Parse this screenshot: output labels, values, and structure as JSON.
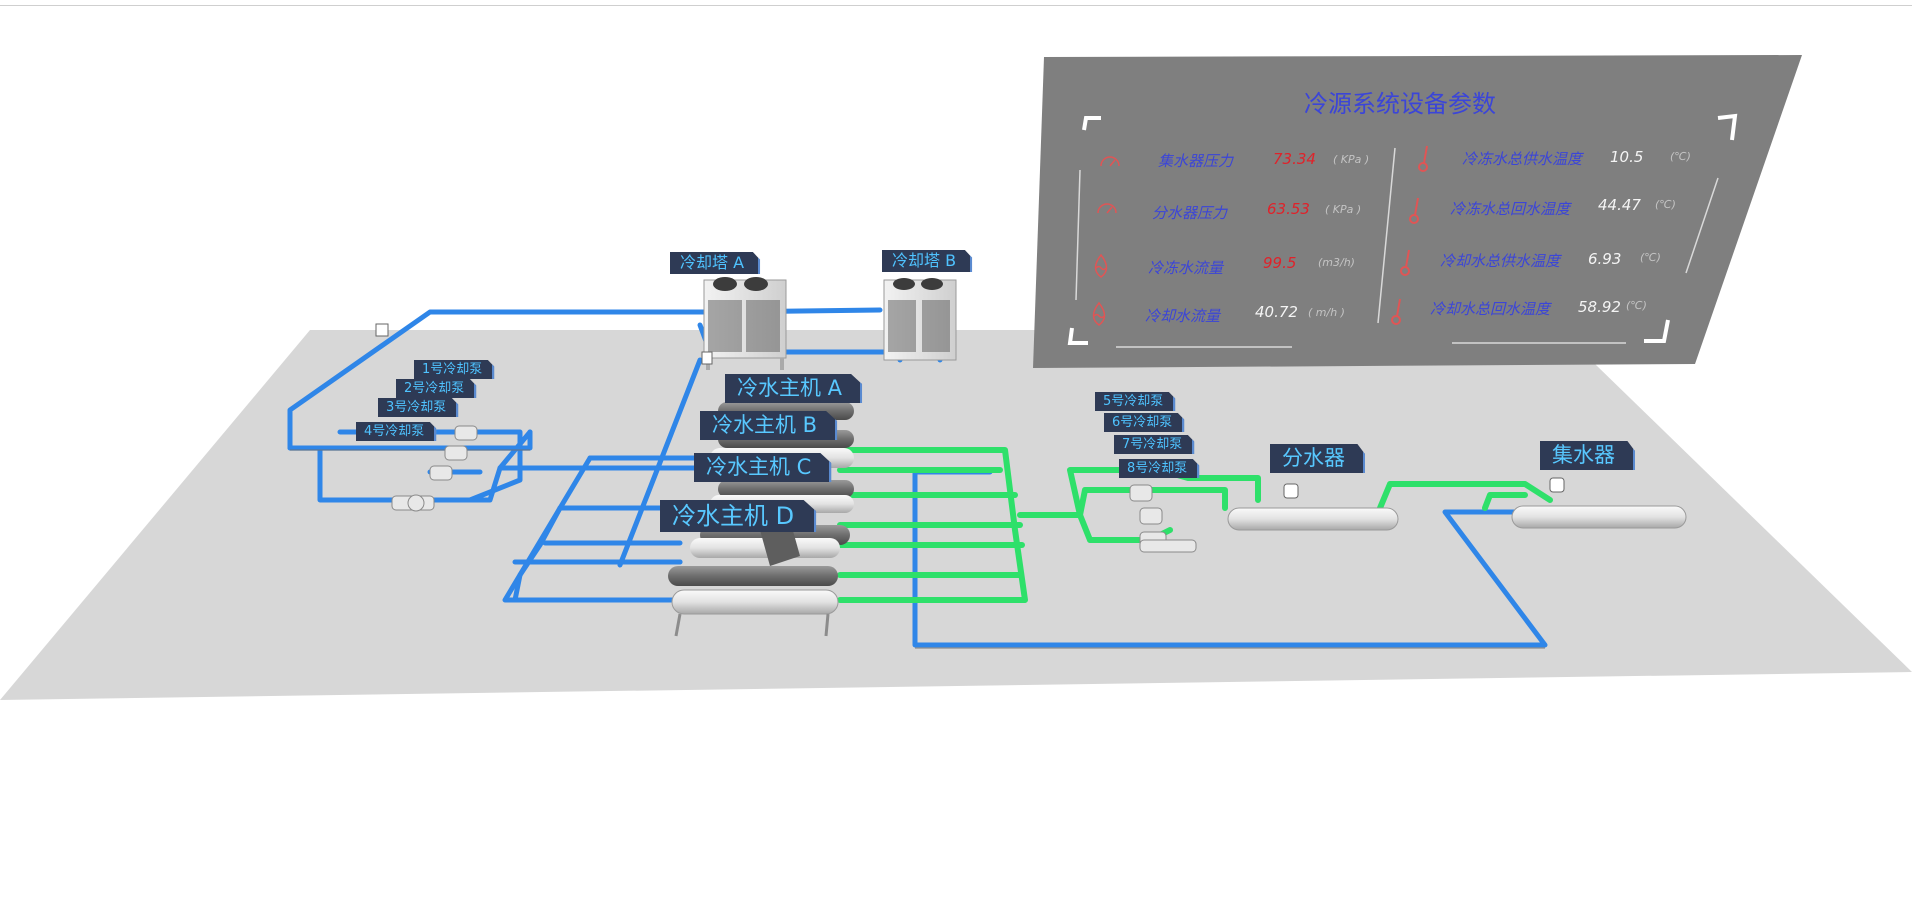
{
  "colors": {
    "floor": "#d7d7d7",
    "cooling_pipe": "#2f86e8",
    "chilled_pipe": "#2ee06a",
    "panel": "#7f7f7f",
    "label_bg": "#2e3a55",
    "label_text": "#4fc3ff",
    "panel_title": "#3b45d8",
    "value_red": "#e0222a"
  },
  "labels": {
    "tower_a": "冷却塔 A",
    "tower_b": "冷却塔 B",
    "pump_1": "1号冷却泵",
    "pump_2": "2号冷却泵",
    "pump_3": "3号冷却泵",
    "pump_4": "4号冷却泵",
    "pump_5": "5号冷却泵",
    "pump_6": "6号冷却泵",
    "pump_7": "7号冷却泵",
    "pump_8": "8号冷却泵",
    "chiller_a": "冷水主机 A",
    "chiller_b": "冷水主机 B",
    "chiller_c": "冷水主机 C",
    "chiller_d": "冷水主机 D",
    "distributor": "分水器",
    "collector": "集水器"
  },
  "panel": {
    "title": "冷源系统设备参数",
    "left": [
      {
        "label": "集水器压力",
        "value": "73.34",
        "unit": "( KPa )",
        "icon": "gauge-icon"
      },
      {
        "label": "分水器压力",
        "value": "63.53",
        "unit": "( KPa )",
        "icon": "gauge-icon"
      },
      {
        "label": "冷冻水流量",
        "value": "99.5",
        "unit": "(m3/h)",
        "icon": "flow-icon"
      },
      {
        "label": "冷却水流量",
        "value": "40.72",
        "unit": "( m/h )",
        "icon": "flow-icon"
      }
    ],
    "right": [
      {
        "label": "冷冻水总供水温度",
        "value": "10.5",
        "unit": "(℃)",
        "icon": "thermometer-icon"
      },
      {
        "label": "冷冻水总回水温度",
        "value": "44.47",
        "unit": "(℃)",
        "icon": "thermometer-icon"
      },
      {
        "label": "冷却水总供水温度",
        "value": "6.93",
        "unit": "(℃)",
        "icon": "thermometer-icon"
      },
      {
        "label": "冷却水总回水温度",
        "value": "58.92",
        "unit": "(℃)",
        "icon": "thermometer-icon"
      }
    ]
  }
}
